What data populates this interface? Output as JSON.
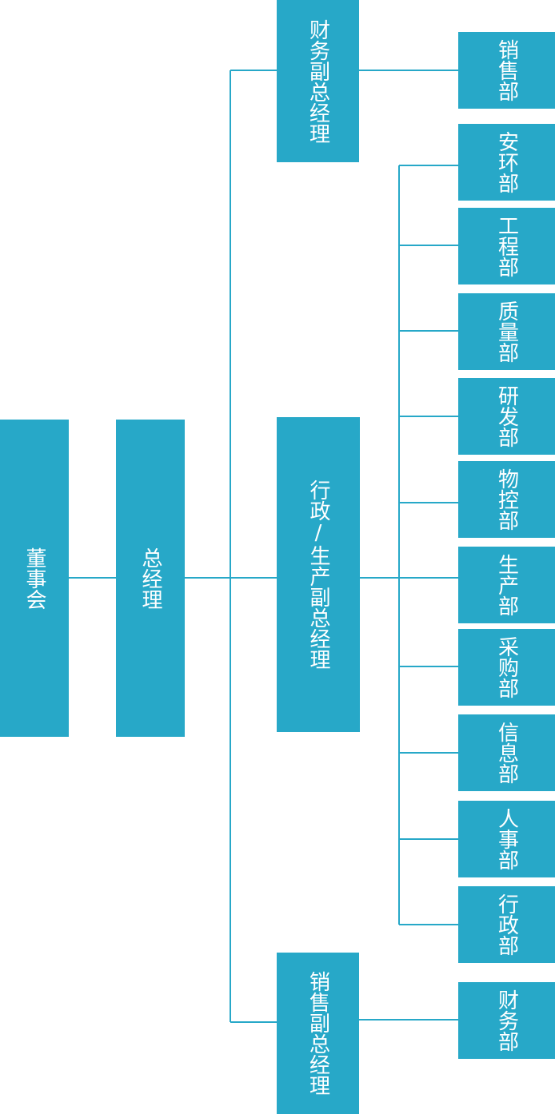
{
  "diagram": {
    "box_color": "#27a8c8",
    "line_color": "#27a8c8",
    "text_color": "#ffffff",
    "board": {
      "label": "董事会"
    },
    "gm": {
      "label": "总经理"
    },
    "vps": [
      {
        "label": "财务副总经理"
      },
      {
        "label": "行政/生产副总经理"
      },
      {
        "label": "销售副总经理"
      }
    ],
    "departments": [
      {
        "label": "销售部"
      },
      {
        "label": "安环部"
      },
      {
        "label": "工程部"
      },
      {
        "label": "质量部"
      },
      {
        "label": "研发部"
      },
      {
        "label": "物控部"
      },
      {
        "label": "生产部"
      },
      {
        "label": "采购部"
      },
      {
        "label": "信息部"
      },
      {
        "label": "人事部"
      },
      {
        "label": "行政部"
      },
      {
        "label": "财务部"
      }
    ]
  }
}
